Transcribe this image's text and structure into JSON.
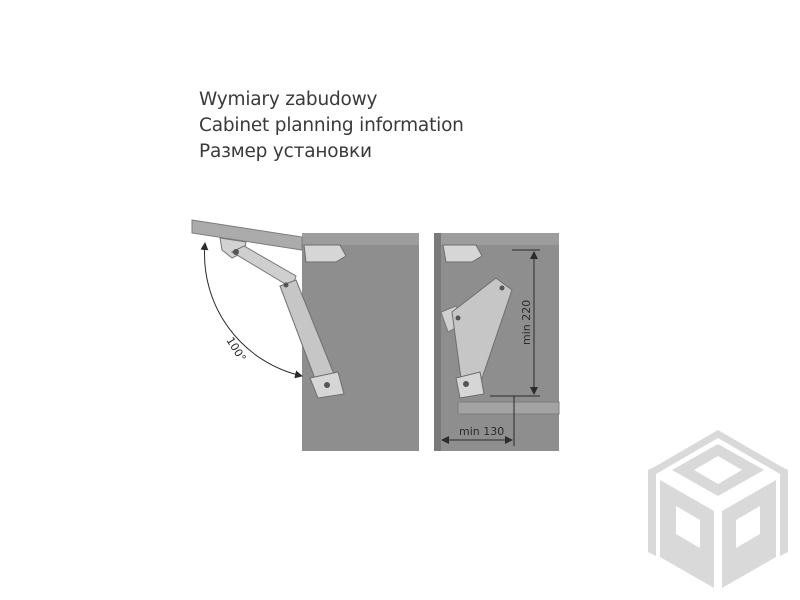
{
  "titles": {
    "polish": "Wymiary zabudowy",
    "english": "Cabinet planning information",
    "russian": "Размер установки"
  },
  "dimensions": {
    "angle_label": "100°",
    "height_label": "min 220",
    "depth_label": "min 130"
  },
  "colors": {
    "cabinet": "#8e8e8e",
    "cabinet_dark": "#7a7a7a",
    "lid": "#a9a9a9",
    "mechanism": "#c9c9c9",
    "line": "#2b2b2b",
    "logo": "#d9d9d9"
  },
  "logo": {
    "icon": "isometric-cube-logo-icon"
  }
}
